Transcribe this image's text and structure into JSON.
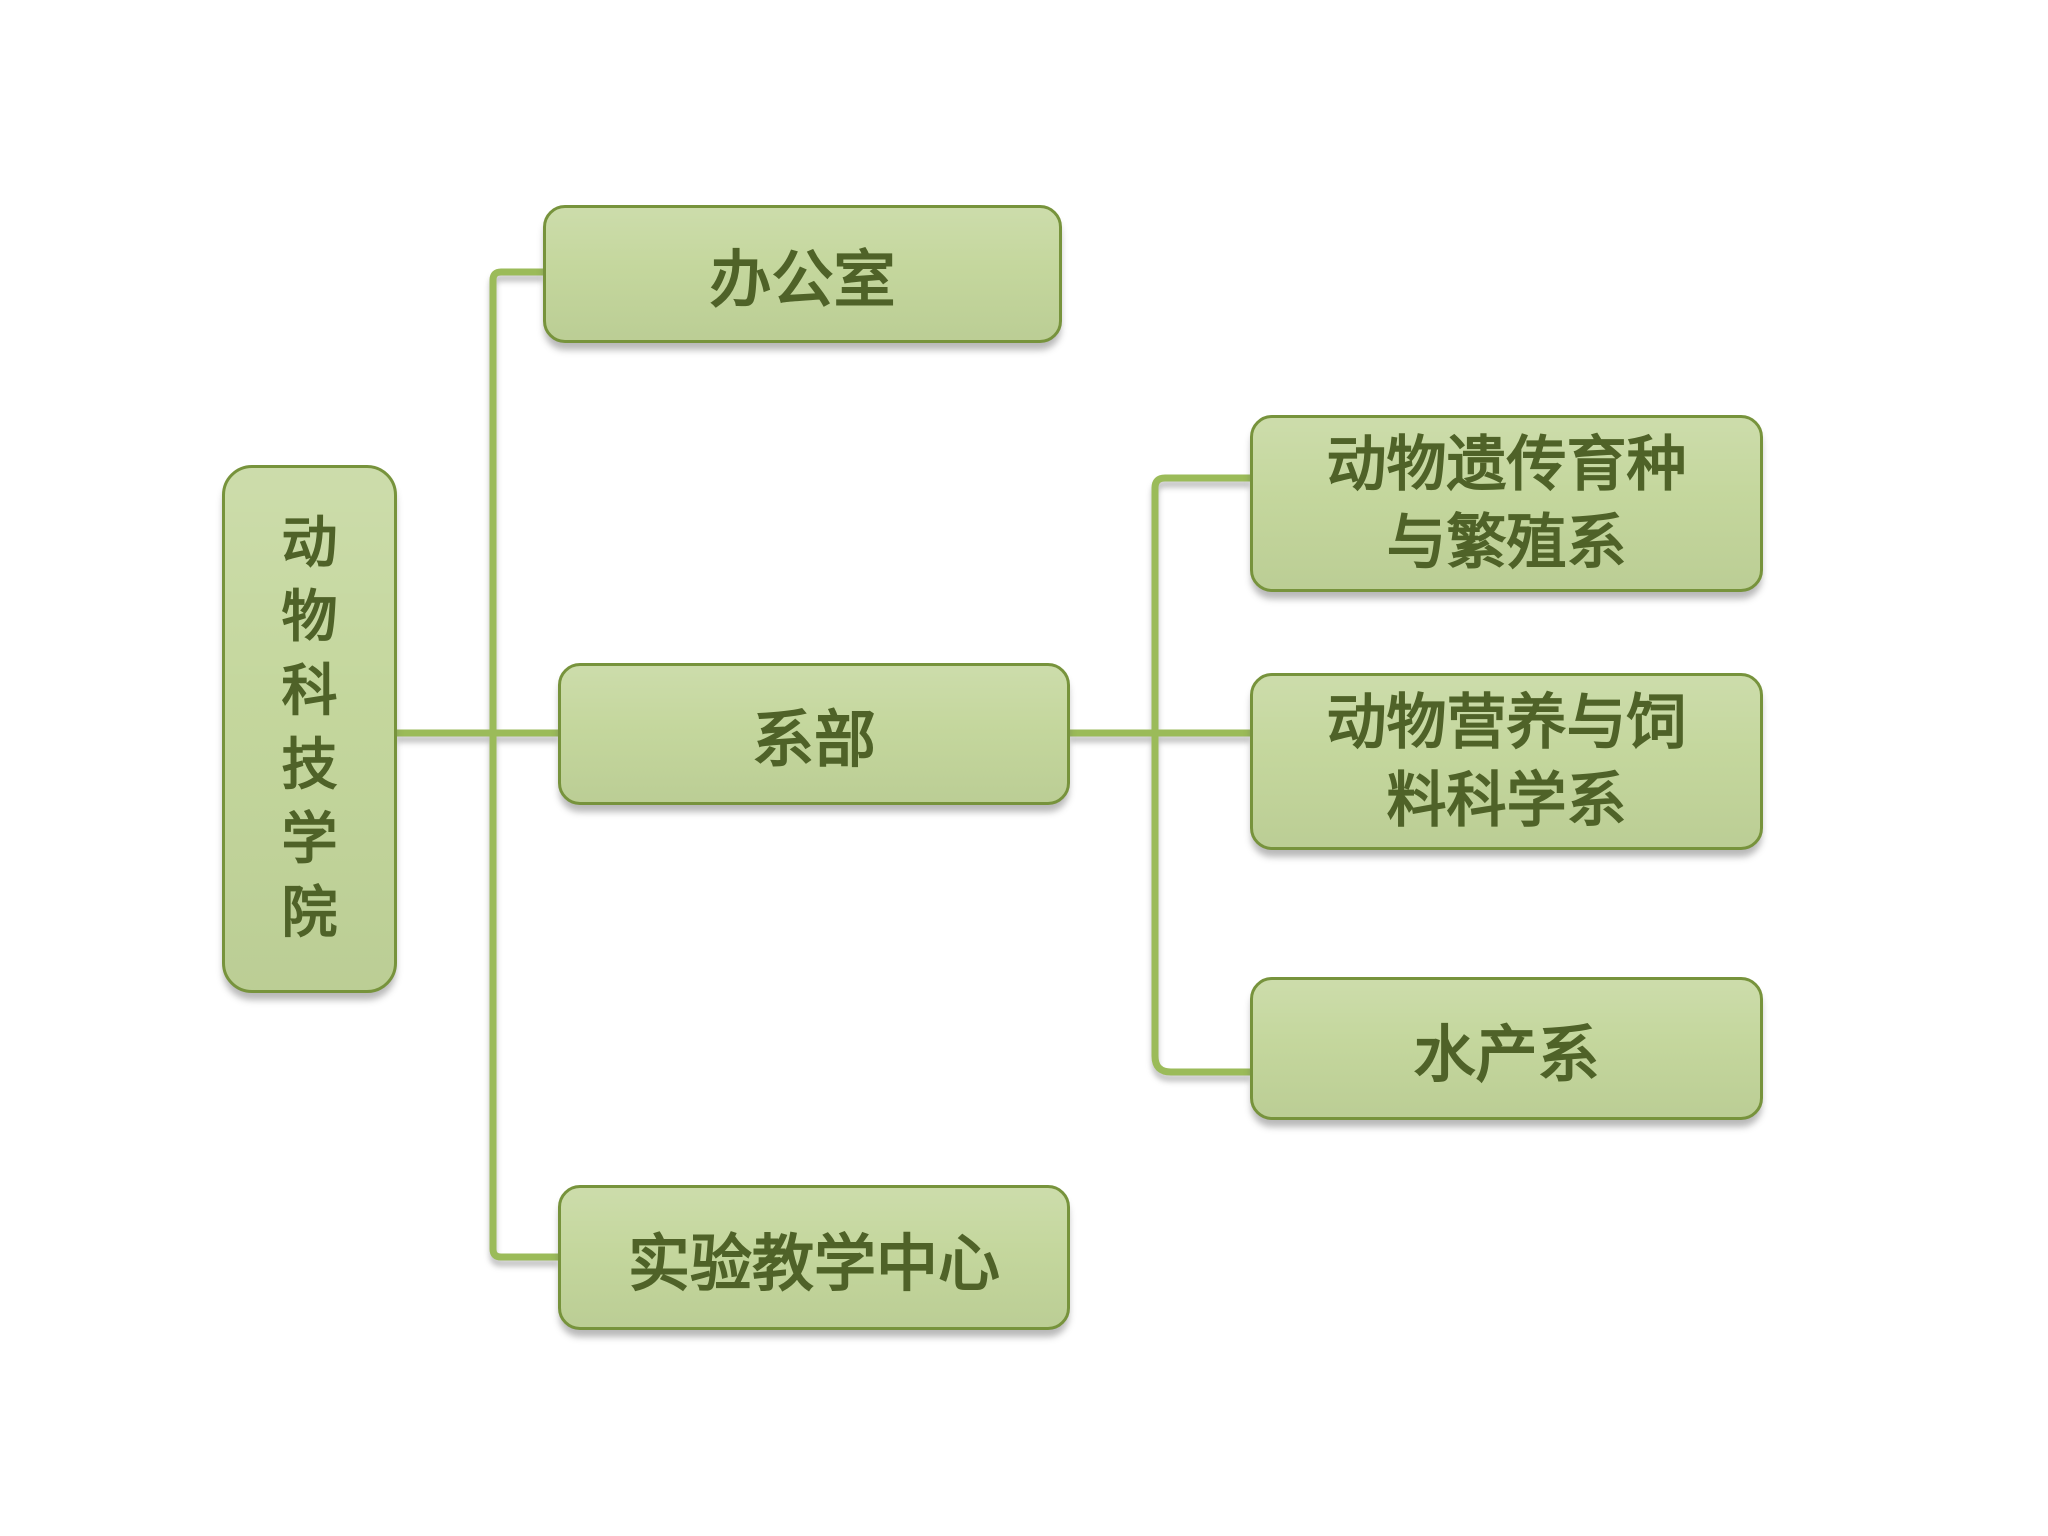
{
  "colors": {
    "box_fill": "#c3d69b",
    "box_border": "#77933c",
    "box_text": "#4f6228",
    "connector": "#9bbb59",
    "page_bg": "#ffffff"
  },
  "org": {
    "root": {
      "label": "动物科技学院"
    },
    "level1": [
      {
        "id": "office",
        "lines": [
          "办公室"
        ]
      },
      {
        "id": "departments",
        "lines": [
          "系部"
        ]
      },
      {
        "id": "lab-center",
        "lines": [
          "实验教学中心"
        ]
      }
    ],
    "level2": [
      {
        "id": "genetics-breeding",
        "lines": [
          "动物遗传育种",
          "与繁殖系"
        ]
      },
      {
        "id": "nutrition-feed",
        "lines": [
          "动物营养与饲",
          "料科学系"
        ]
      },
      {
        "id": "aquaculture",
        "lines": [
          "水产系"
        ]
      }
    ]
  }
}
